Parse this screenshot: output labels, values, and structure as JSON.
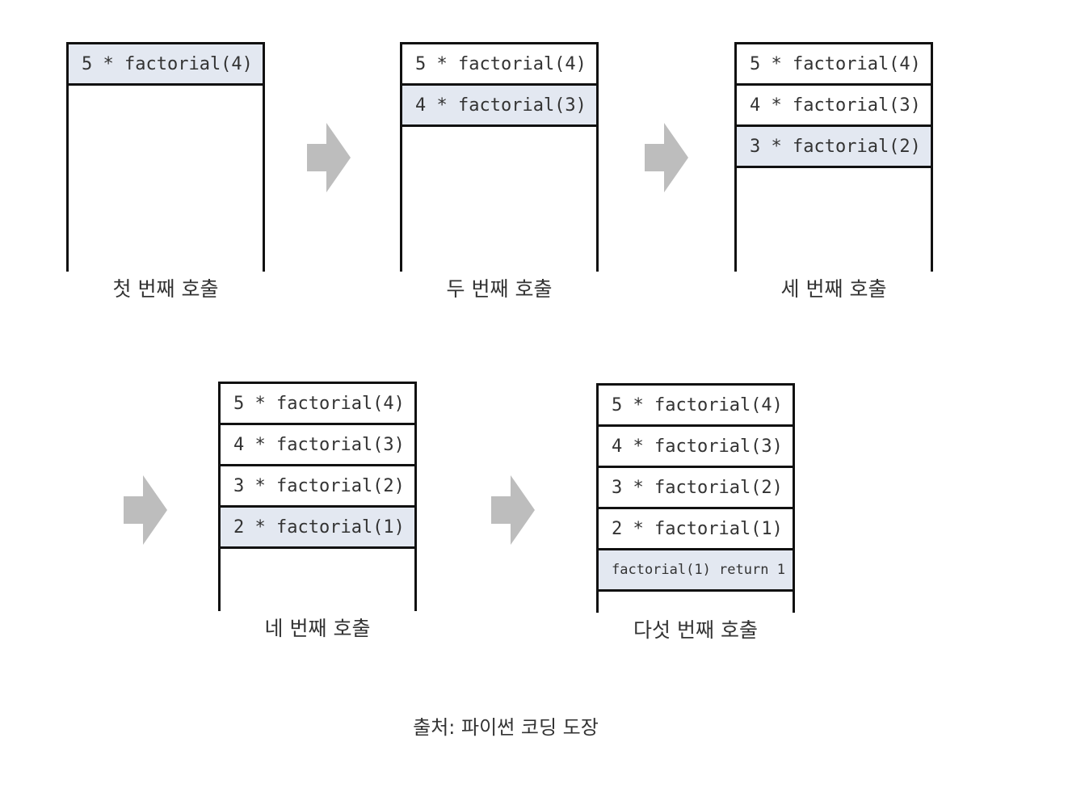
{
  "colors": {
    "active_frame": "#e3e8f1",
    "arrow": "#bdbdbd",
    "border": "#111111"
  },
  "stacks": [
    {
      "caption": "첫 번째 호출",
      "frames": [
        "5 * factorial(4)"
      ],
      "active_index": 0
    },
    {
      "caption": "두 번째 호출",
      "frames": [
        "5 * factorial(4)",
        "4 * factorial(3)"
      ],
      "active_index": 1
    },
    {
      "caption": "세 번째 호출",
      "frames": [
        "5 * factorial(4)",
        "4 * factorial(3)",
        "3 * factorial(2)"
      ],
      "active_index": 2
    },
    {
      "caption": "네 번째 호출",
      "frames": [
        "5 * factorial(4)",
        "4 * factorial(3)",
        "3 * factorial(2)",
        "2 * factorial(1)"
      ],
      "active_index": 3
    },
    {
      "caption": "다섯 번째 호출",
      "frames": [
        "5 * factorial(4)",
        "4 * factorial(3)",
        "3 * factorial(2)",
        "2 * factorial(1)",
        "factorial(1) return 1"
      ],
      "active_index": 4
    }
  ],
  "source_note": "출처: 파이썬 코딩 도장"
}
